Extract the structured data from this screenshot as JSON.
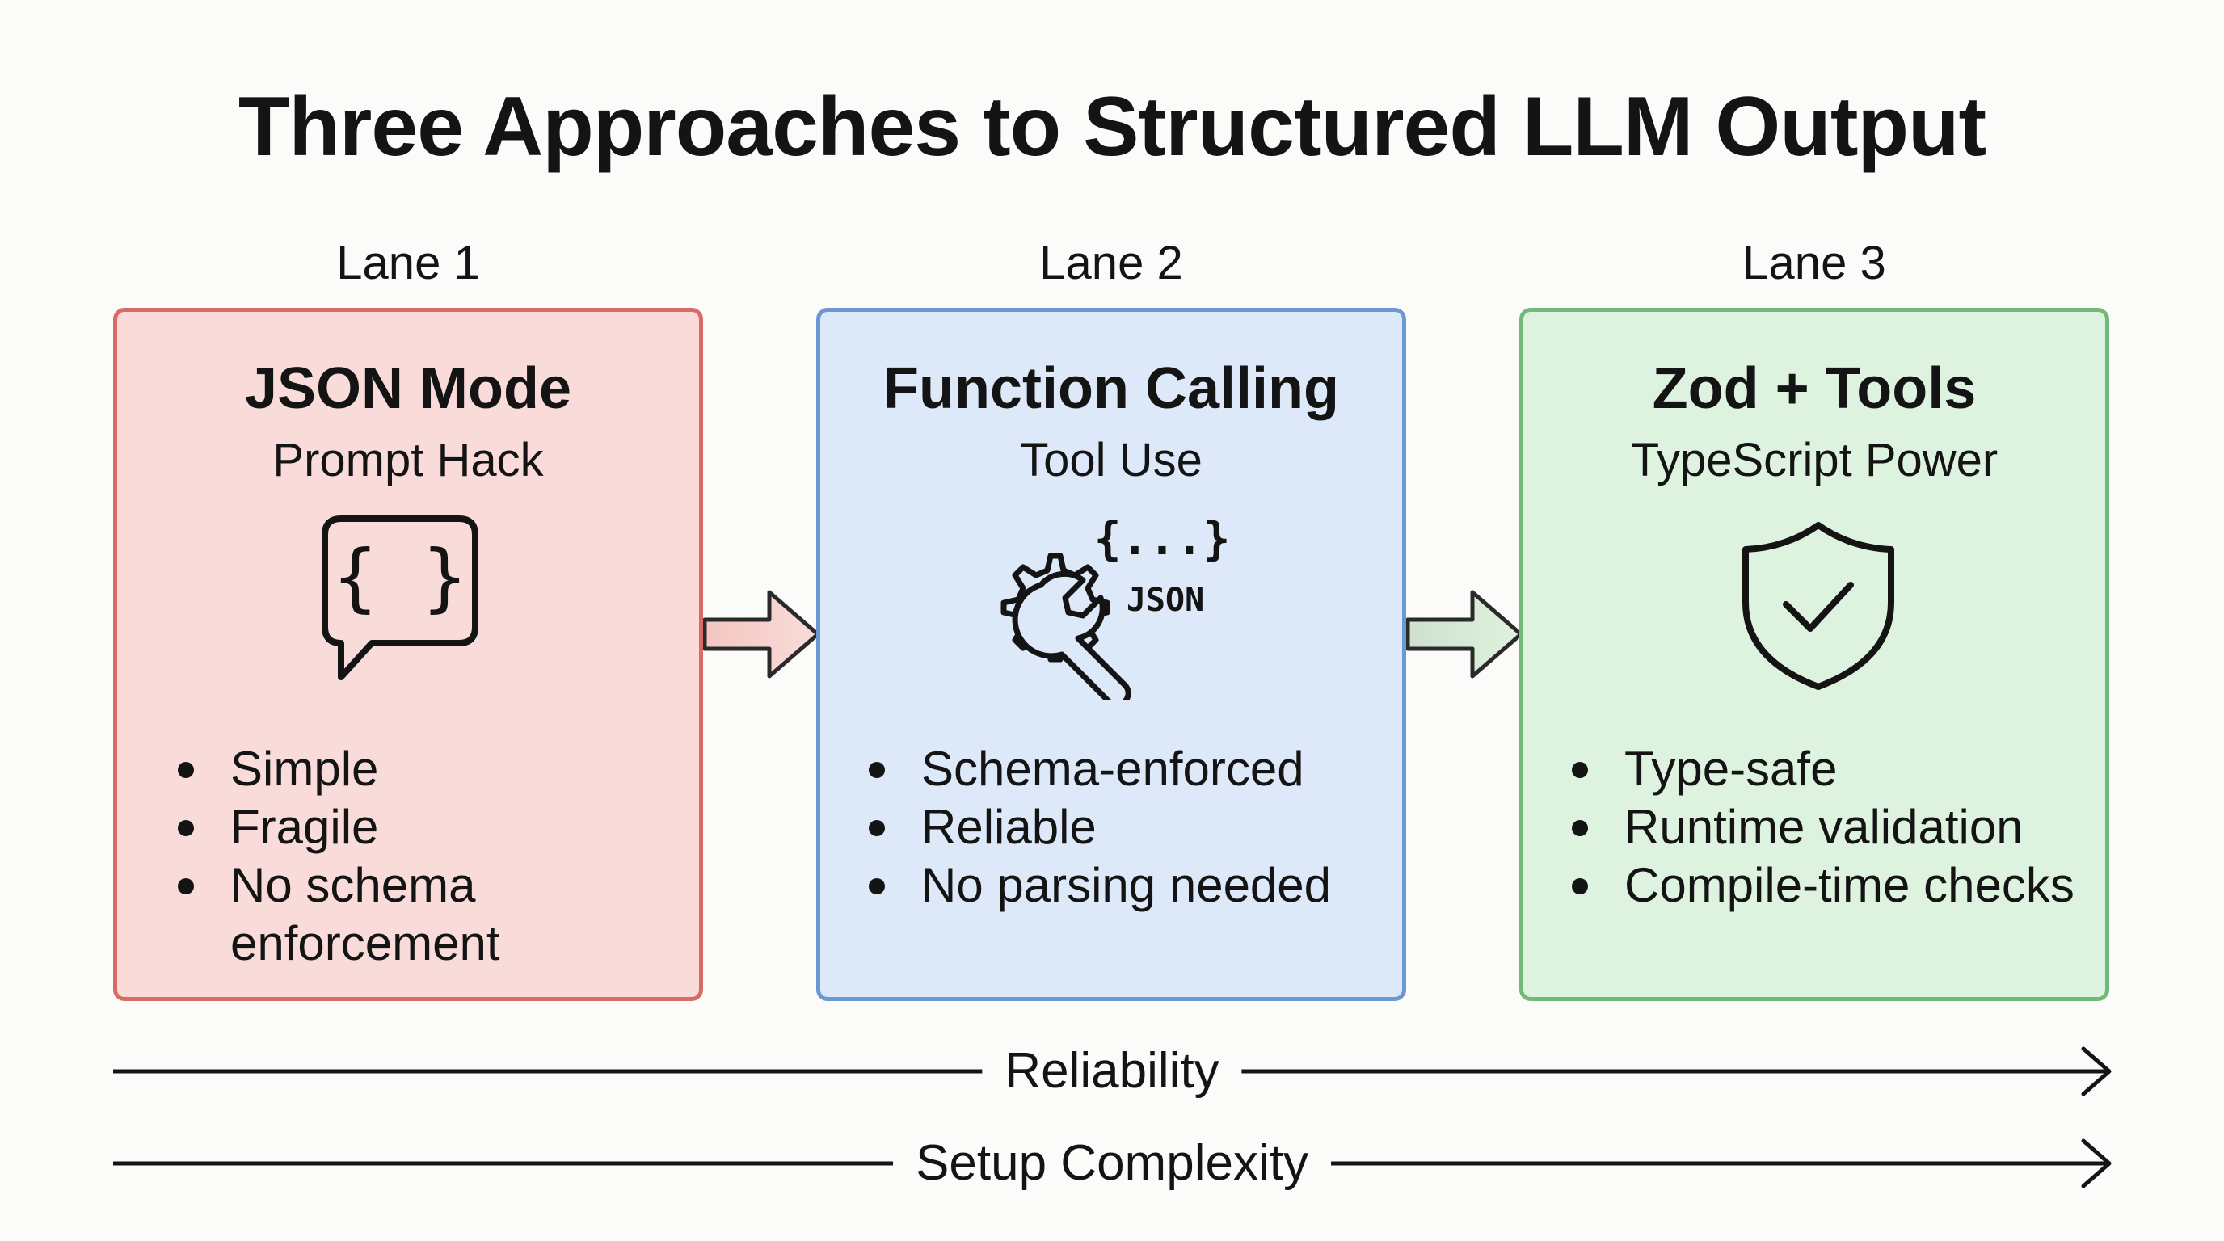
{
  "title": "Three Approaches to Structured LLM Output",
  "lanes": [
    {
      "label": "Lane 1",
      "title": "JSON Mode",
      "subtitle": "Prompt Hack",
      "icon": "braces-speech-bubble-icon",
      "icon_text": "{ }",
      "bullets": [
        "Simple",
        "Fragile",
        "No schema",
        "enforcement"
      ],
      "accent": "#d86b66",
      "fill": "#f9dcd9"
    },
    {
      "label": "Lane 2",
      "title": "Function Calling",
      "subtitle": "Tool Use",
      "icon": "gear-wrench-json-icon",
      "icon_text": "{...}",
      "icon_text_2": "JSON",
      "bullets": [
        "Schema-enforced",
        "Reliable",
        "No parsing needed"
      ],
      "accent": "#6c98d2",
      "fill": "#dde9f9"
    },
    {
      "label": "Lane 3",
      "title": "Zod + Tools",
      "subtitle": "TypeScript Power",
      "icon": "shield-check-icon",
      "bullets": [
        "Type-safe",
        "Runtime validation",
        "Compile-time checks"
      ],
      "accent": "#70b97a",
      "fill": "#def3df"
    }
  ],
  "axes": [
    {
      "label": "Reliability"
    },
    {
      "label": "Setup Complexity"
    }
  ]
}
